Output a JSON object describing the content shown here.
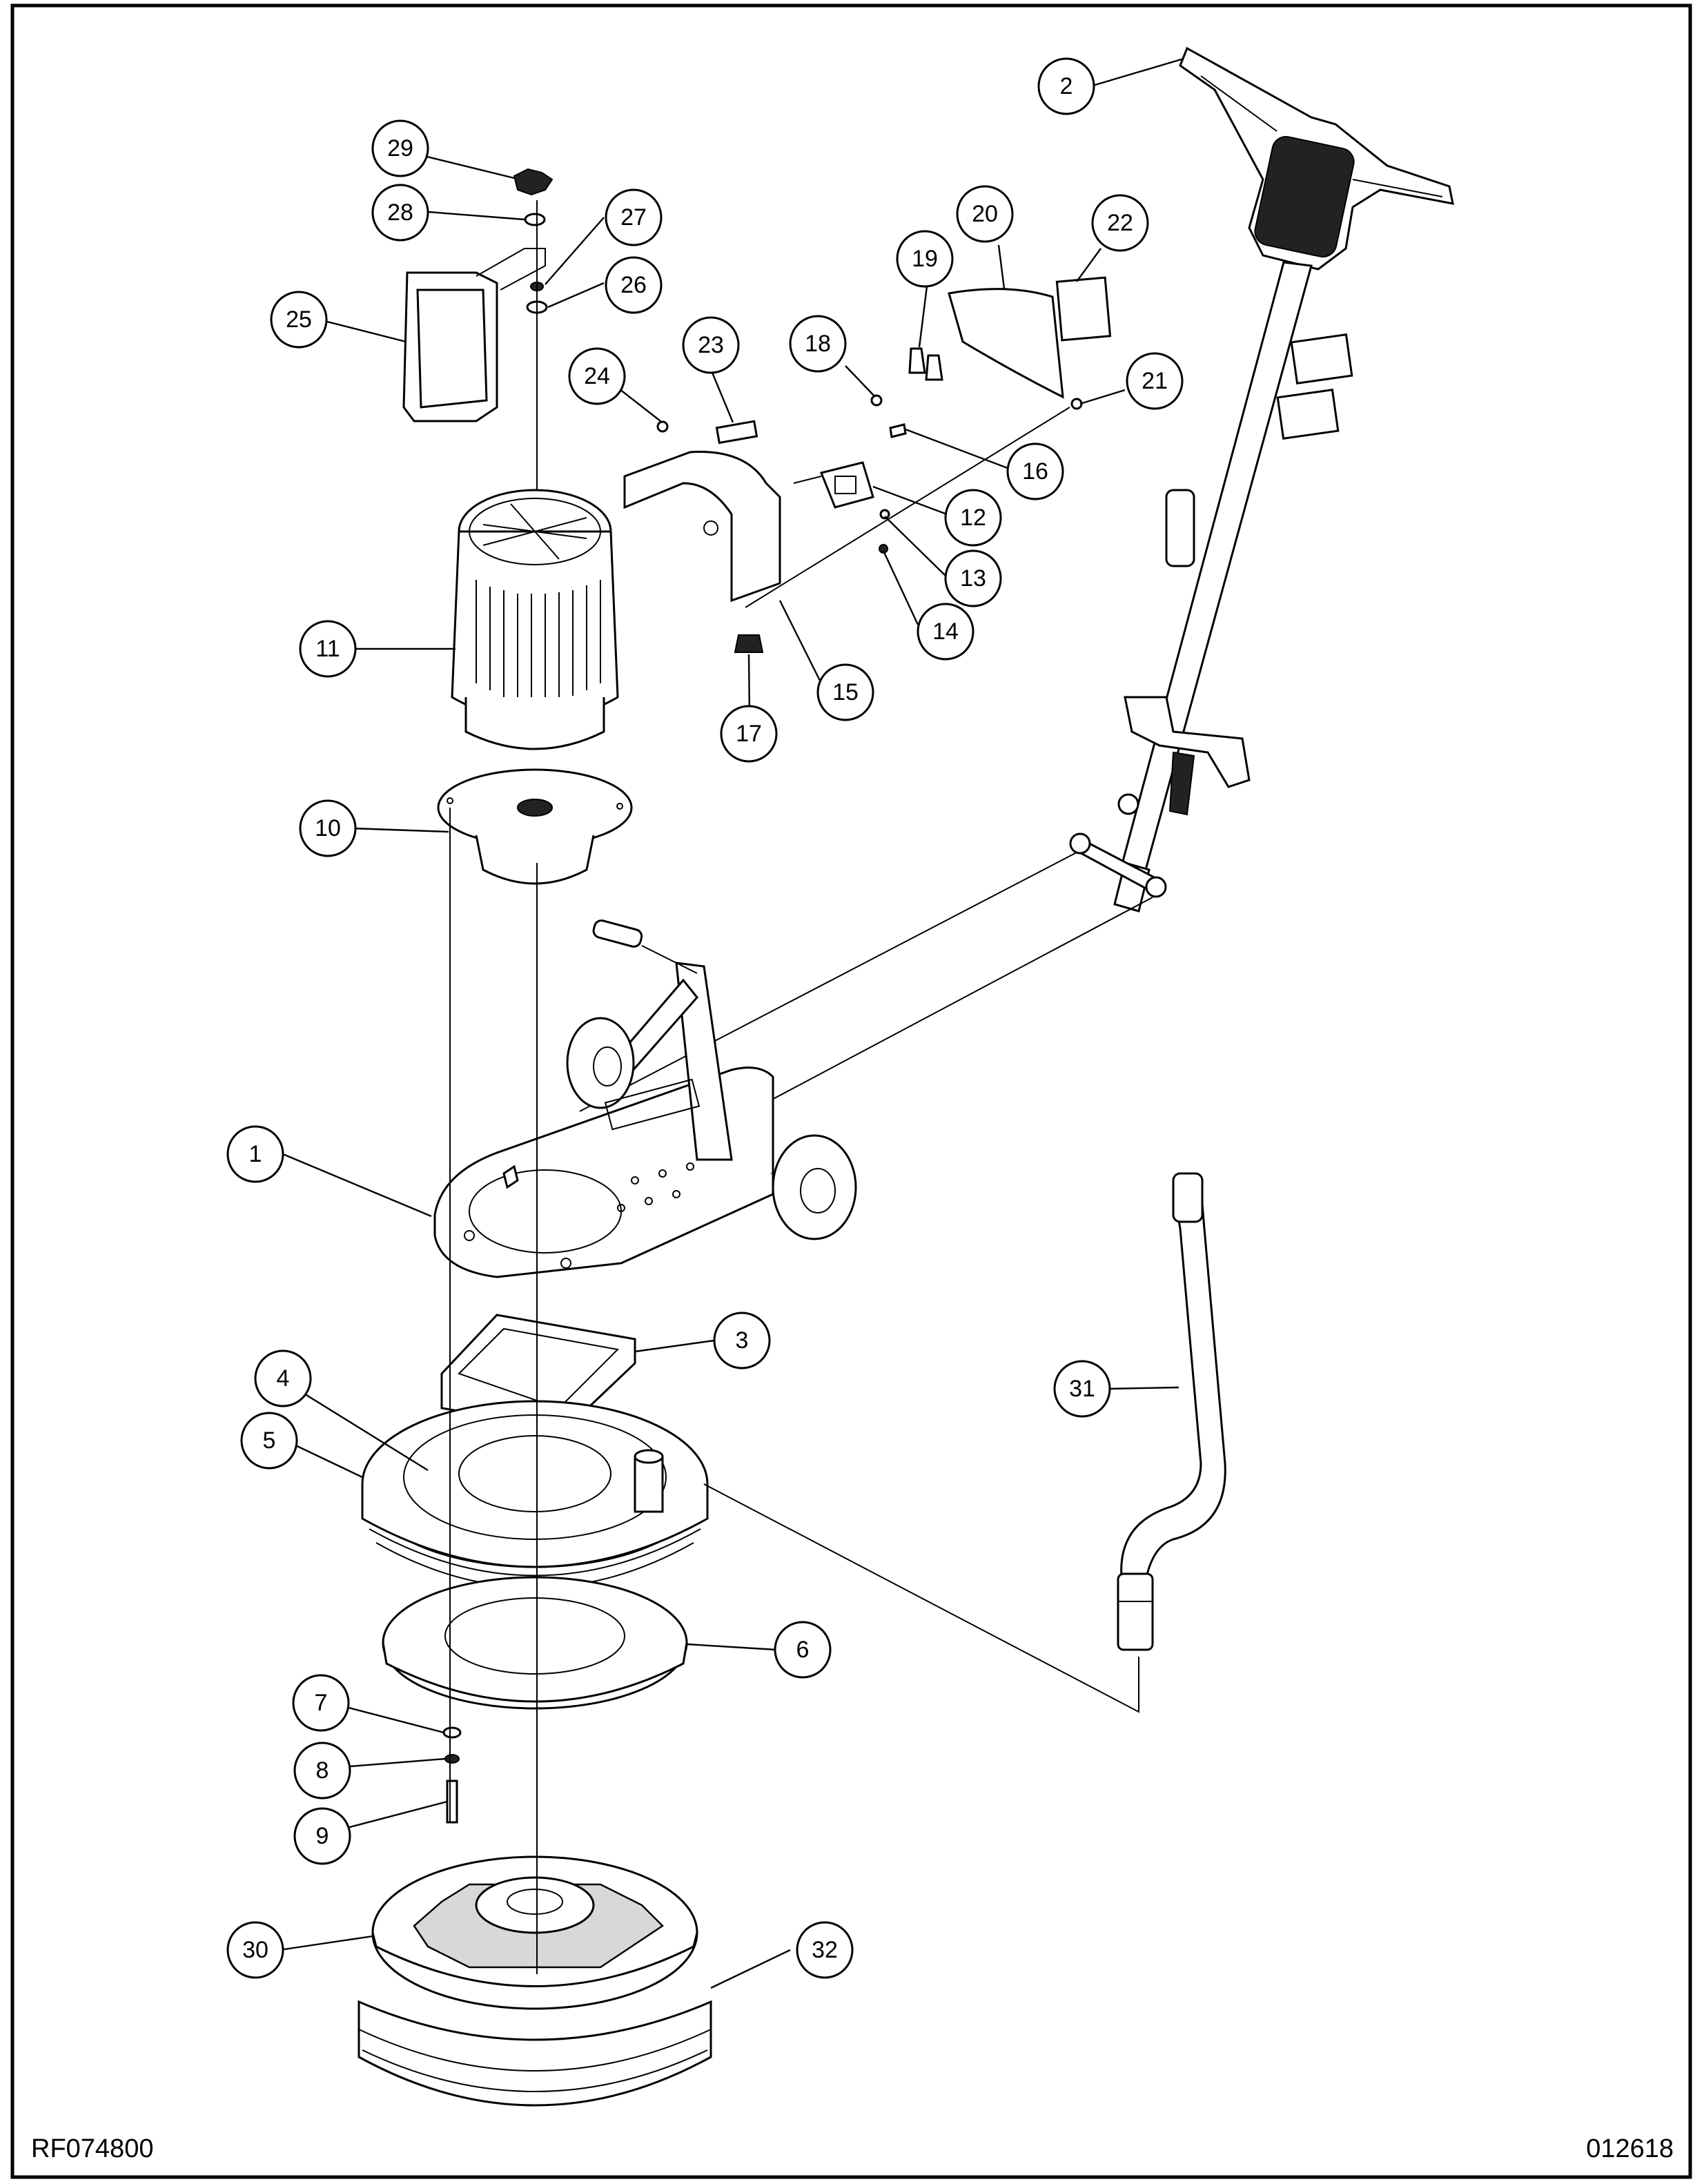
{
  "drawing_number": "RF074800",
  "revision_date": "012618",
  "callouts": [
    {
      "label": "1"
    },
    {
      "label": "2"
    },
    {
      "label": "3"
    },
    {
      "label": "4"
    },
    {
      "label": "5"
    },
    {
      "label": "6"
    },
    {
      "label": "7"
    },
    {
      "label": "8"
    },
    {
      "label": "9"
    },
    {
      "label": "10"
    },
    {
      "label": "11"
    },
    {
      "label": "12"
    },
    {
      "label": "13"
    },
    {
      "label": "14"
    },
    {
      "label": "15"
    },
    {
      "label": "16"
    },
    {
      "label": "17"
    },
    {
      "label": "18"
    },
    {
      "label": "19"
    },
    {
      "label": "20"
    },
    {
      "label": "21"
    },
    {
      "label": "22"
    },
    {
      "label": "23"
    },
    {
      "label": "24"
    },
    {
      "label": "25"
    },
    {
      "label": "26"
    },
    {
      "label": "27"
    },
    {
      "label": "28"
    },
    {
      "label": "29"
    },
    {
      "label": "30"
    },
    {
      "label": "31"
    },
    {
      "label": "32"
    }
  ]
}
